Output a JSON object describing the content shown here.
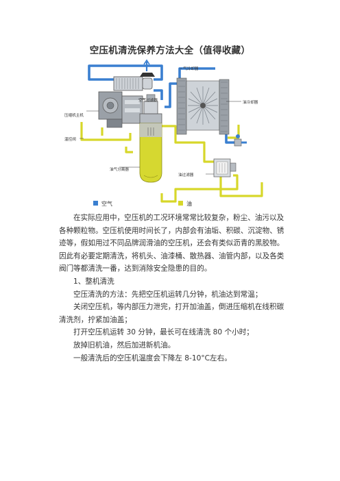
{
  "document": {
    "title": "空压机清洗保养方法大全（值得收藏）"
  },
  "diagram": {
    "labels": {
      "air_cooler": "气冷却器",
      "air_filter": "空气过滤器",
      "oil_cooler": "油冷却器",
      "compressor_head": "压缩机主机",
      "intake_valve": "温控阀",
      "oil_separator": "油气分离器",
      "oil_filter": "油过滤器"
    },
    "legend": {
      "air": "空气",
      "oil": "油"
    },
    "colors": {
      "air": "#3a7fd0",
      "oil": "#d7d72a",
      "tank": "#d6d830",
      "metal": "#8d949c"
    }
  },
  "body": {
    "paragraph_1": "在实际应用中，空压机的工况环境常常比较复杂，粉尘、油污以及各种颗粒物。空压机使用时间长了，内部会有油垢、积碳、沉淀物、锈迹等，假如用过不同品牌润滑油的空压机，还会有类似沥青的黑胶物。因此有必要定期清洗，将机头、油漆桶、散热器、油管内部，以及各类阀门等都清洗一番，达到消除安全隐患的目的。",
    "heading_1": "1、整机清洗",
    "line_1": "空压清洗的方法：先把空压机运转几分钟，机油达到常温；",
    "line_2": "关闭空压机，等内部压力泄完，打开加油盖，倒进压缩机在线积碳清洗剂，拧紧加油盖；",
    "line_3": "打开空压机运转 30 分钟，最长可在线清洗 80 个小时；",
    "line_4": "放掉旧机油，然后加进新机油。",
    "line_5": "一般清洗后的空压机温度会下降左 8-10°C左右。"
  }
}
